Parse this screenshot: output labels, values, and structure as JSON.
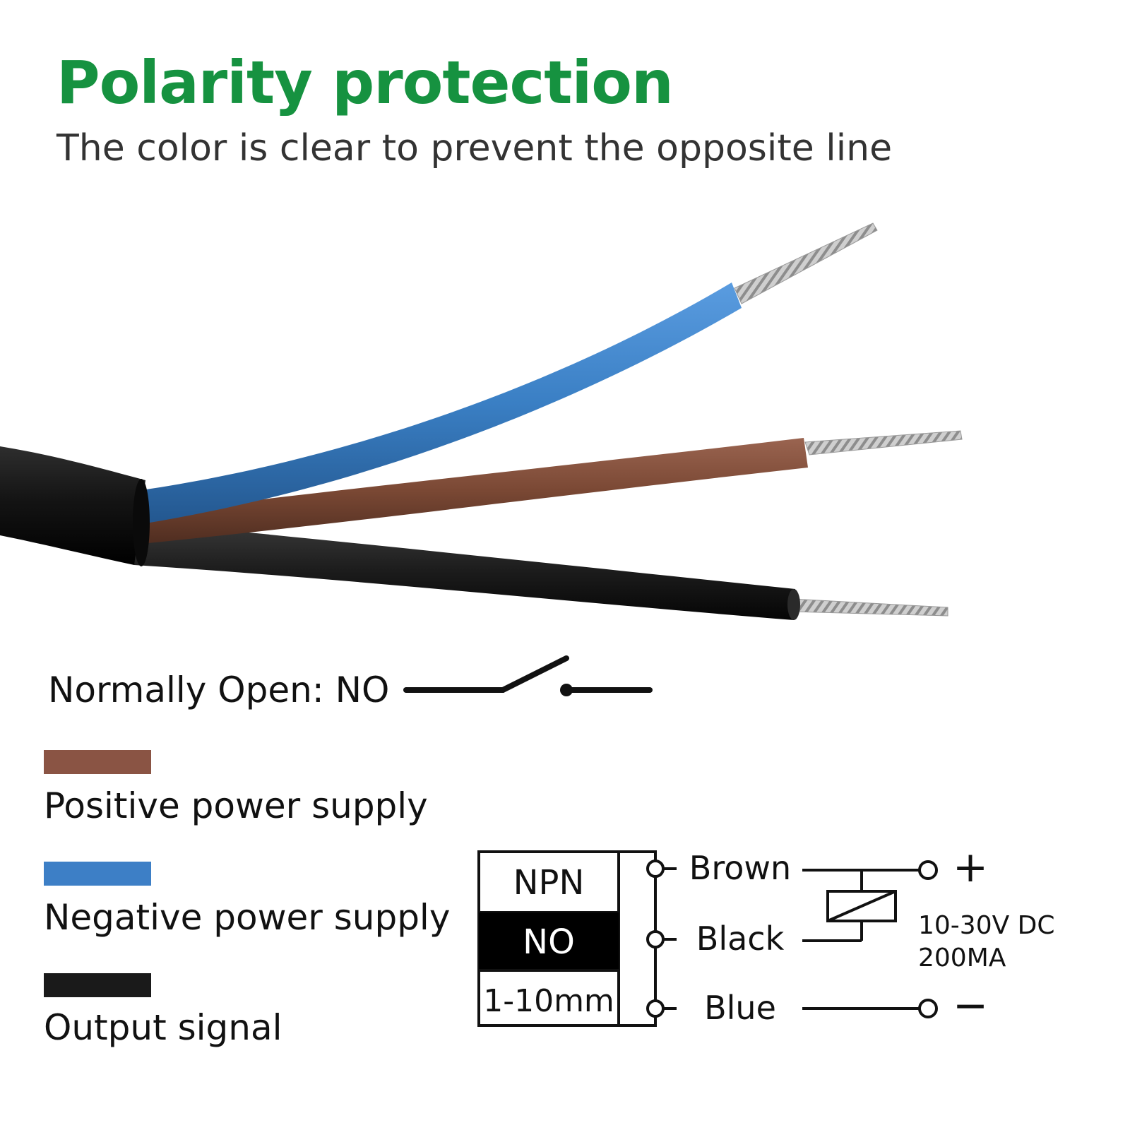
{
  "header": {
    "title": "Polarity protection",
    "subtitle": "The color is clear to prevent the opposite line"
  },
  "switch_label": "Normally Open: NO",
  "legend": [
    {
      "label": "Positive power supply",
      "color": "#8a5444"
    },
    {
      "label": "Negative power supply",
      "color": "#3d7fc6"
    },
    {
      "label": "Output signal",
      "color": "#1a1a1a"
    }
  ],
  "wire_colors": {
    "blue": "#3a7fc4",
    "brown": "#7a4834",
    "black": "#1c1c1c",
    "sheath": "#141414"
  },
  "circuit": {
    "box": [
      "NPN",
      "NO",
      "1-10mm"
    ],
    "terminals": [
      "Brown",
      "Black",
      "Blue"
    ],
    "plus": "+",
    "minus": "−",
    "rating": [
      "10-30V DC",
      "200MA"
    ]
  }
}
